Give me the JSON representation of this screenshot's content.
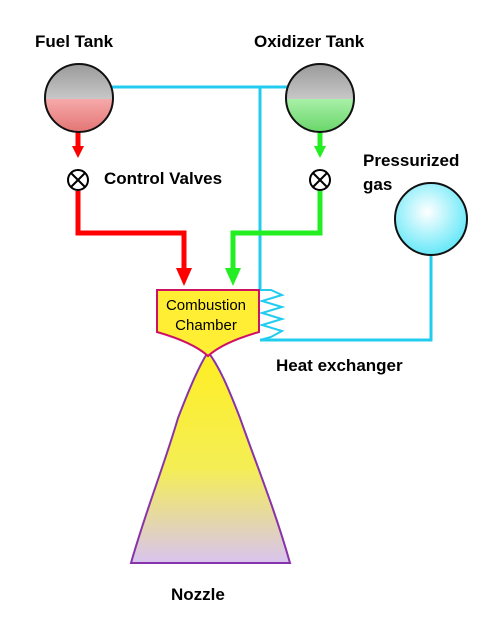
{
  "labels": {
    "fuel_tank": "Fuel Tank",
    "oxidizer_tank": "Oxidizer Tank",
    "control_valves": "Control Valves",
    "pressurized_gas_line1": "Pressurized",
    "pressurized_gas_line2": "gas",
    "combustion_line1": "Combustion",
    "combustion_line2": "Chamber",
    "heat_exchanger": "Heat exchanger",
    "nozzle": "Nozzle"
  },
  "colors": {
    "fuel_line": "#ff0000",
    "oxidizer_line": "#22ee22",
    "gas_line": "#22ccee",
    "fuel_liquid": "#ee7777",
    "oxidizer_liquid": "#66dd66",
    "gas_sphere": "#7fefff",
    "chamber_fill": "#ffee33",
    "chamber_stroke": "#cc1166",
    "nozzle_bottom": "#d9c3f0",
    "nozzle_stroke": "#8833aa"
  },
  "icons": {
    "valve": "circle-x-valve-icon",
    "heat_exchanger": "zigzag-coil-icon"
  }
}
